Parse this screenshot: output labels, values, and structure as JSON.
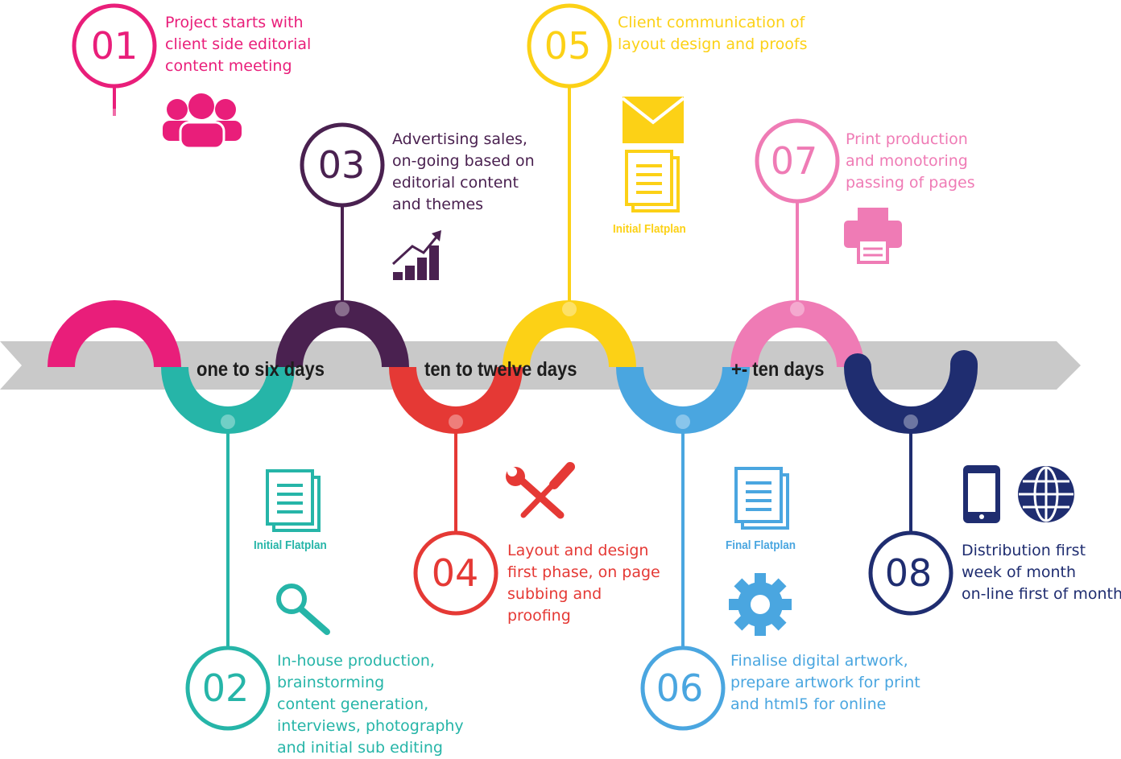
{
  "colors": {
    "s1": "#e91e7a",
    "s2": "#26b5a8",
    "s3": "#4a2150",
    "s4": "#e53935",
    "s5": "#fcd116",
    "s6": "#4aa6e0",
    "s7": "#ef7bb5",
    "s8": "#1f2d70",
    "ribbon": "#c9c9c9"
  },
  "durations": [
    "one to six days",
    "ten to twelve days",
    "+- ten days"
  ],
  "steps": [
    {
      "number": "01",
      "lines": [
        "Project starts with",
        "client side editorial",
        "content meeting"
      ],
      "icon": "people-group-icon"
    },
    {
      "number": "02",
      "lines": [
        "In-house production,",
        "brainstorming",
        "content generation,",
        "interviews, photography",
        "and initial sub editing"
      ],
      "icon": "document-icon",
      "icon2": "magnifier-icon",
      "icon_label": "Initial Flatplan"
    },
    {
      "number": "03",
      "lines": [
        "Advertising sales,",
        "on-going based on",
        "editorial content",
        "and themes"
      ],
      "icon": "bar-chart-growth-icon"
    },
    {
      "number": "04",
      "lines": [
        "Layout and design",
        "first phase, on page",
        "subbing and",
        "proofing"
      ],
      "icon": "tools-icon"
    },
    {
      "number": "05",
      "lines": [
        "Client communication of",
        "layout design and proofs"
      ],
      "icon": "envelope-icon",
      "icon2": "document-icon",
      "icon_label": "Initial Flatplan"
    },
    {
      "number": "06",
      "lines": [
        "Finalise digital artwork,",
        "prepare artwork for print",
        "and html5 for online"
      ],
      "icon": "document-icon",
      "icon2": "gear-icon",
      "icon_label": "Final Flatplan"
    },
    {
      "number": "07",
      "lines": [
        "Print production",
        "and monotoring",
        "passing of pages"
      ],
      "icon": "printer-icon"
    },
    {
      "number": "08",
      "lines": [
        "Distribution first",
        "week of month",
        "on-line first of month"
      ],
      "icon": "tablet-icon",
      "icon2": "globe-icon"
    }
  ]
}
